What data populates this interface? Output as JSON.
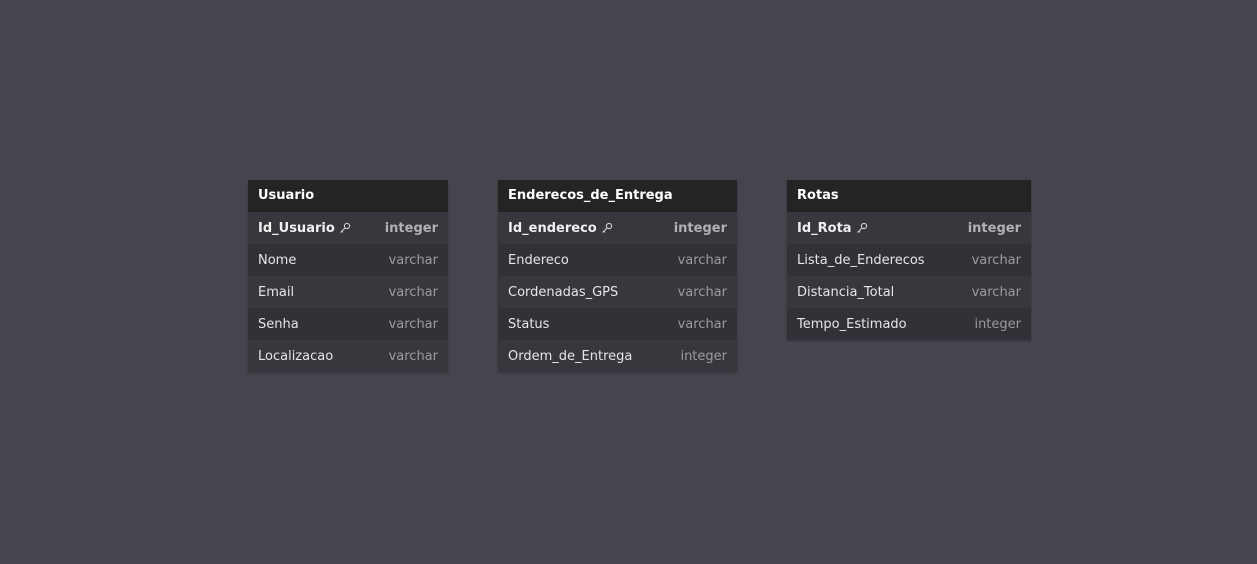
{
  "tables": [
    {
      "name": "Usuario",
      "columns": [
        {
          "name": "Id_Usuario",
          "type": "integer",
          "pk": true
        },
        {
          "name": "Nome",
          "type": "varchar",
          "pk": false
        },
        {
          "name": "Email",
          "type": "varchar",
          "pk": false
        },
        {
          "name": "Senha",
          "type": "varchar",
          "pk": false
        },
        {
          "name": "Localizacao",
          "type": "varchar",
          "pk": false
        }
      ]
    },
    {
      "name": "Enderecos_de_Entrega",
      "columns": [
        {
          "name": "Id_endereco",
          "type": "integer",
          "pk": true
        },
        {
          "name": "Endereco",
          "type": "varchar",
          "pk": false
        },
        {
          "name": "Cordenadas_GPS",
          "type": "varchar",
          "pk": false
        },
        {
          "name": "Status",
          "type": "varchar",
          "pk": false
        },
        {
          "name": "Ordem_de_Entrega",
          "type": "integer",
          "pk": false
        }
      ]
    },
    {
      "name": "Rotas",
      "columns": [
        {
          "name": "Id_Rota",
          "type": "integer",
          "pk": true
        },
        {
          "name": "Lista_de_Enderecos",
          "type": "varchar",
          "pk": false
        },
        {
          "name": "Distancia_Total",
          "type": "varchar",
          "pk": false
        },
        {
          "name": "Tempo_Estimado",
          "type": "integer",
          "pk": false
        }
      ]
    }
  ],
  "icons": {
    "primary_key": "key-icon"
  },
  "colors": {
    "canvas_background": "#45454d",
    "header_background": "#242424",
    "row_background_odd": "#37373e",
    "row_background_even": "#313137",
    "column_text": "#e6e6e6",
    "type_text": "#9a9aa0"
  }
}
